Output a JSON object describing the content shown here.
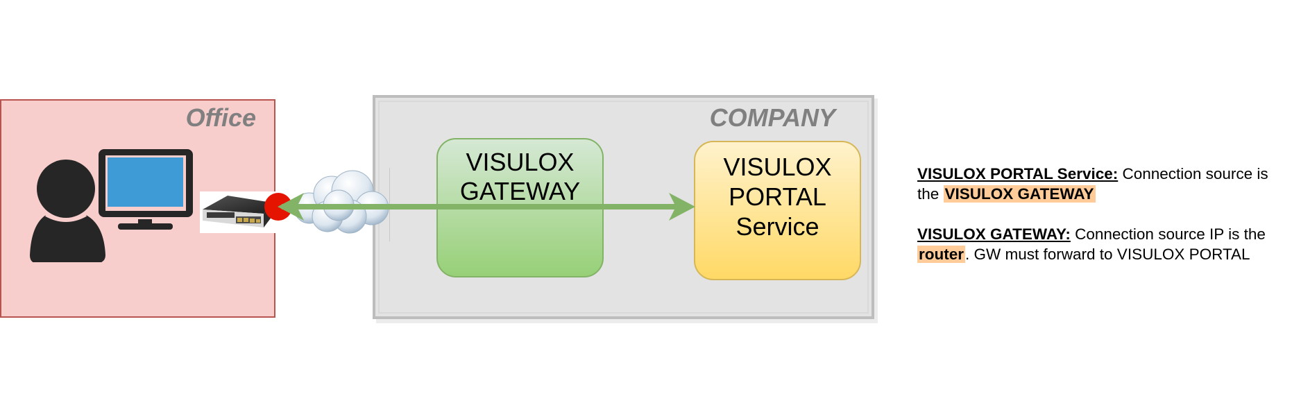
{
  "diagram": {
    "office": {
      "title": "Office",
      "fill": "#f8cecc",
      "stroke": "#b85450",
      "icons": [
        "user-icon",
        "monitor-icon",
        "router-icon"
      ]
    },
    "company": {
      "title": "COMPANY",
      "fill": "#e3e3e3",
      "stroke": "#bdbdbd"
    },
    "cloud": {
      "icon": "cloud-icon"
    },
    "gateway": {
      "line1": "VISULOX",
      "line2": "GATEWAY",
      "gradient_top": "#d5e8d4",
      "gradient_bottom": "#97d077",
      "stroke": "#82b366"
    },
    "portal": {
      "line1": "VISULOX",
      "line2": "PORTAL",
      "line3": "Service",
      "gradient_top": "#fff2cc",
      "gradient_bottom": "#ffd966",
      "stroke": "#d6b656"
    },
    "connection": {
      "color": "#82b366",
      "endpoint_color": "#e51400",
      "from": "router",
      "to": "VISULOX PORTAL Service",
      "bidirectional": true
    },
    "notes": [
      {
        "heading": "VISULOX PORTAL Service:",
        "text_before": " Connection source is the ",
        "highlight": "VISULOX GATEWAY",
        "text_after": ""
      },
      {
        "heading": "VISULOX GATEWAY:",
        "text_before": " Connection source IP is the ",
        "highlight": "router",
        "text_after": ". GW must forward to VISULOX PORTAL"
      }
    ],
    "highlight_color": "#ffcc99"
  }
}
